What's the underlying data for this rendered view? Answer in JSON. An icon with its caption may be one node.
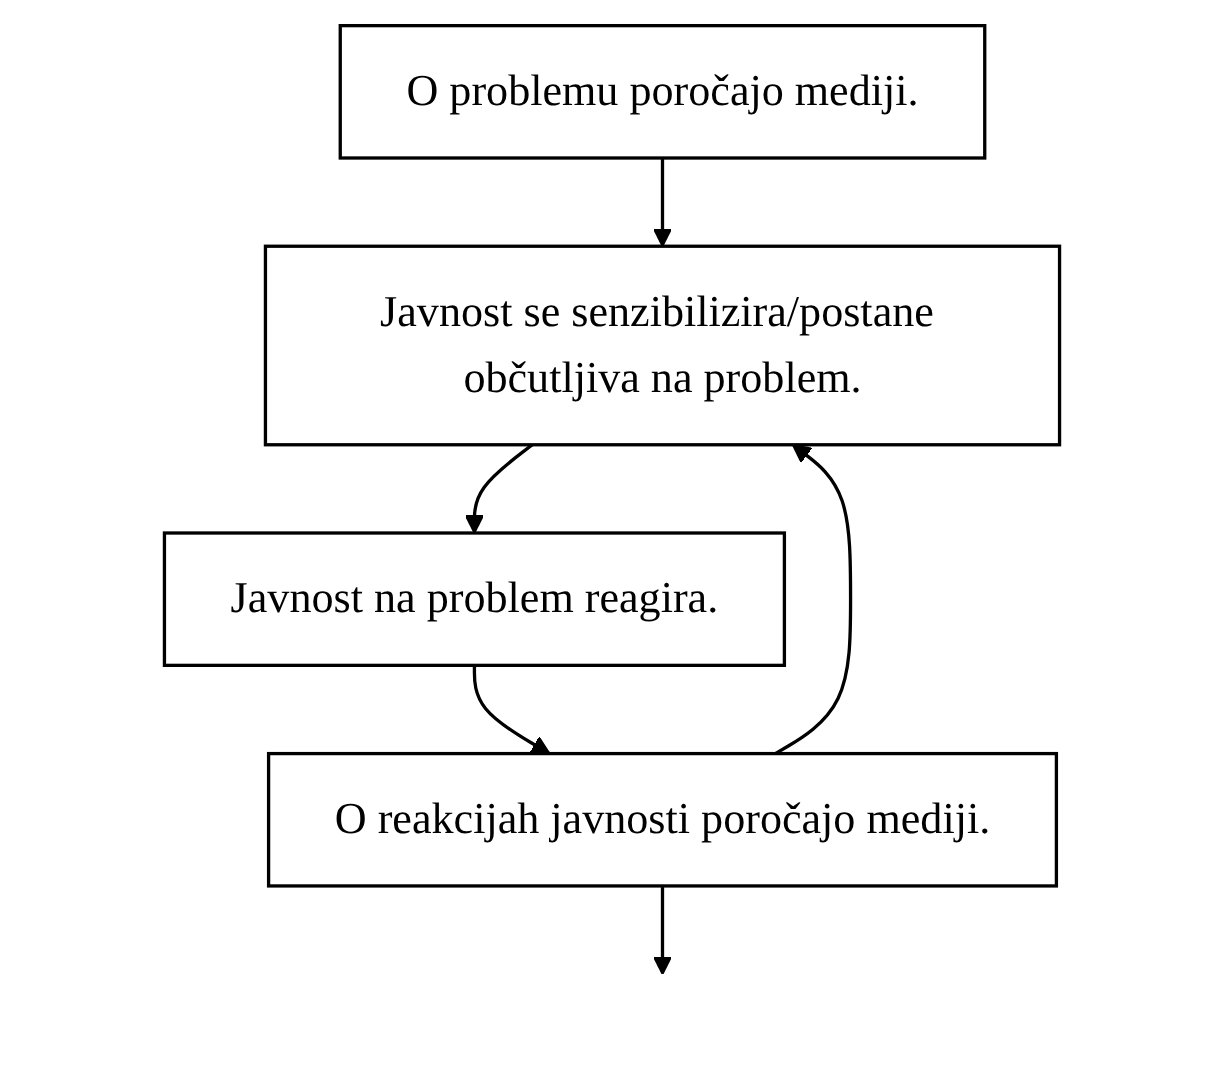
{
  "diagram": {
    "nodes": [
      {
        "text": [
          "O problemu poročajo mediji."
        ]
      },
      {
        "text": [
          "Javnost se senzibilizira/postane občutljiva na problem."
        ]
      },
      {
        "text": [
          "Javnost na problem reagira."
        ]
      },
      {
        "text": [
          "O reakcijah javnosti poročajo mediji."
        ]
      }
    ],
    "edges": [
      {
        "from": 0,
        "to": 1,
        "arrow": "to"
      },
      {
        "from": 1,
        "to": 2,
        "arrow": "to"
      },
      {
        "from": 2,
        "to": 3,
        "arrow": "to"
      },
      {
        "from": 3,
        "to": null,
        "arrow": "to"
      },
      {
        "from": 3,
        "to": 1,
        "arrow": "to"
      }
    ]
  }
}
